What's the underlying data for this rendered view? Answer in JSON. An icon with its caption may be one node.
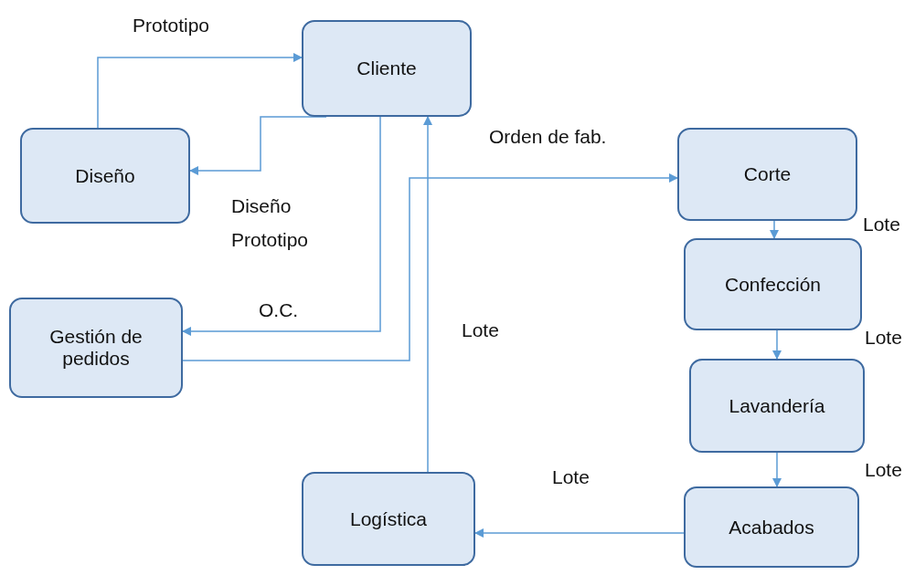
{
  "diagram": {
    "nodes": [
      {
        "text": [
          "Cliente"
        ]
      },
      {
        "text": [
          "Diseño"
        ]
      },
      {
        "text": [
          "Gestión de pedidos"
        ]
      },
      {
        "text": [
          "Corte"
        ]
      },
      {
        "text": [
          "Confección"
        ]
      },
      {
        "text": [
          "Lavandería"
        ]
      },
      {
        "text": [
          "Acabados"
        ]
      },
      {
        "text": [
          "Logística"
        ]
      }
    ],
    "edges": [
      {
        "from": 1,
        "to": 0,
        "arrow": "to",
        "label": "Prototipo"
      },
      {
        "from": 0,
        "to": 1,
        "arrow": "to",
        "label": "Diseño Prototipo"
      },
      {
        "from": 0,
        "to": 2,
        "arrow": "to",
        "label": "O.C."
      },
      {
        "from": 2,
        "to": 3,
        "arrow": "to",
        "label": "Orden de fab."
      },
      {
        "from": 7,
        "to": 0,
        "arrow": "to",
        "label": "Lote"
      },
      {
        "from": 3,
        "to": 4,
        "arrow": "to",
        "label": "Lote"
      },
      {
        "from": 4,
        "to": 5,
        "arrow": "to",
        "label": "Lote"
      },
      {
        "from": 5,
        "to": 6,
        "arrow": "to",
        "label": "Lote"
      },
      {
        "from": 6,
        "to": 7,
        "arrow": "to",
        "label": "Lote"
      }
    ]
  }
}
